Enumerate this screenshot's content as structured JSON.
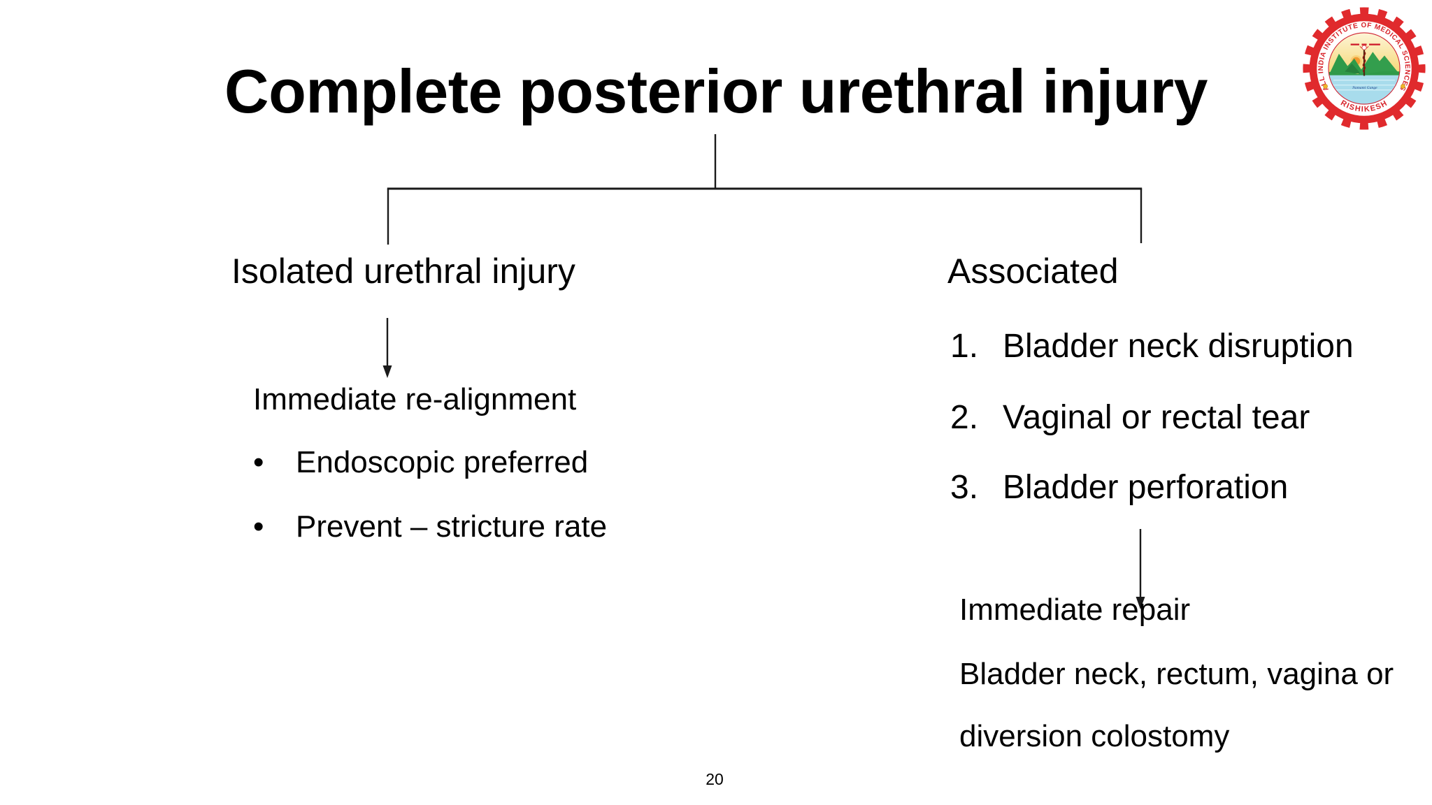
{
  "slide": {
    "title": "Complete posterior urethral injury",
    "page_number": "20"
  },
  "flowchart": {
    "left_branch": {
      "header": "Isolated urethral injury",
      "outcome": "Immediate re-alignment",
      "bullet_glyph": "•",
      "bullets": [
        "Endoscopic preferred",
        "Prevent – stricture rate"
      ]
    },
    "right_branch": {
      "header": "Associated",
      "items": [
        {
          "number": "1.",
          "text": "Bladder neck disruption"
        },
        {
          "number": "2.",
          "text": "Vaginal or rectal tear"
        },
        {
          "number": "3.",
          "text": "Bladder perforation"
        }
      ],
      "outcome_lines": [
        "Immediate repair",
        "Bladder neck, rectum, vagina or",
        "diversion colostomy"
      ]
    }
  },
  "logo": {
    "institution_arc_text": "ALL INDIA INSTITUTE OF MEDICAL SCIENCES",
    "city_arc_text": "RISHIKESH",
    "water_text": "Namami Gange",
    "colors": {
      "ring_red": "#e02a2d",
      "arc_text_red": "#d8232a",
      "mountain_green": "#319a4b",
      "water_blue": "#a8dcec",
      "sky_yellow": "#f6d671",
      "sun_orange": "#f09b30",
      "dot_gold": "#f0b429"
    }
  }
}
